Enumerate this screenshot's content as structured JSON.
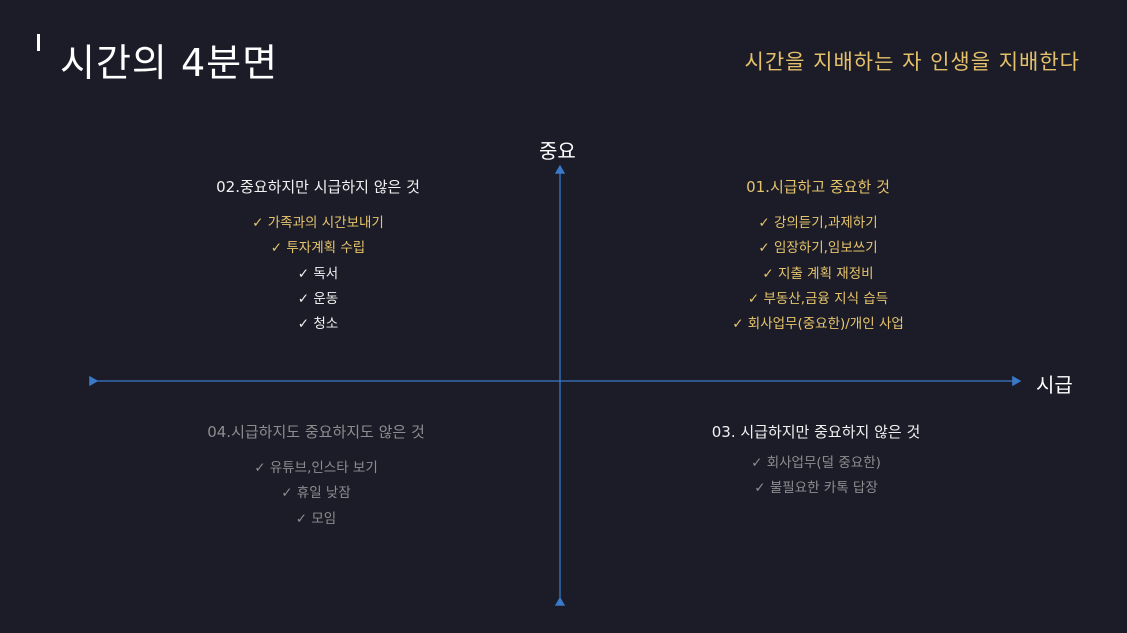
{
  "header": {
    "title": "시간의 4분면",
    "subtitle": "시간을 지배하는 자 인생을 지배한다"
  },
  "axes": {
    "vertical_label": "중요",
    "horizontal_label": "시급",
    "color": "#3a78c8"
  },
  "colors": {
    "gold": "#e6c46c",
    "white": "#f2f2f2",
    "gray": "#8d8d90",
    "background": "#1b1c27"
  },
  "quadrants": {
    "q1": {
      "title": "01.시급하고 중요한 것",
      "items": [
        "✓ 강의듣기,과제하기",
        "✓ 임장하기,임보쓰기",
        "✓ 지출 계획 재정비",
        "✓ 부동산,금융 지식 습득",
        "✓ 회사업무(중요한)/개인 사업"
      ]
    },
    "q2": {
      "title": "02.중요하지만  시급하지 않은 것",
      "items": [
        "✓ 가족과의 시간보내기",
        "✓ 투자계획 수립",
        "✓ 독서",
        "✓ 운동",
        "✓ 청소"
      ]
    },
    "q3": {
      "title": "03. 시급하지만 중요하지 않은 것",
      "items": [
        "✓ 회사업무(덜 중요한)",
        "✓ 불필요한 카톡 답장"
      ]
    },
    "q4": {
      "title": "04.시급하지도  중요하지도 않은 것",
      "items": [
        "✓ 유튜브,인스타 보기",
        "✓ 휴일 낮잠",
        "✓ 모임"
      ]
    }
  }
}
